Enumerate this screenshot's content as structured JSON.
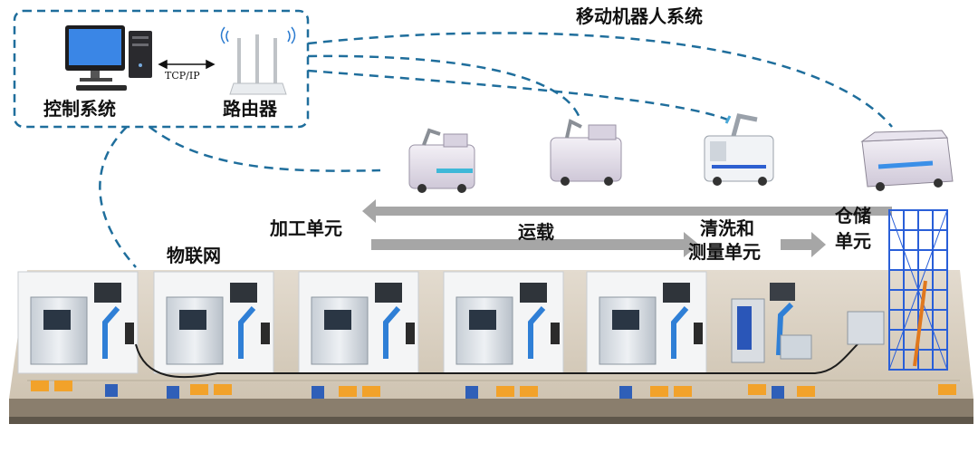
{
  "labels": {
    "mobile_robot_system": "移动机器人系统",
    "control_system": "控制系统",
    "router": "路由器",
    "tcp_ip": "TCP/IP",
    "machining_unit": "加工单元",
    "transport": "运载",
    "cleaning_measuring_line1": "清洗和",
    "cleaning_measuring_line2": "测量单元",
    "warehouse_line1": "仓储",
    "warehouse_line2": "单元",
    "iot": "物联网"
  },
  "colors": {
    "dashed_link": "#1f6e9c",
    "arrow": "#a6a6a6",
    "floor": "#d9cfc0",
    "machine_body": "#e4e9ee",
    "robot_arm": "#2f7fd6",
    "rack": "#2a5fd8",
    "accent_orange": "#f2a22a"
  },
  "icons": {
    "computer": "desktop-computer-icon",
    "router": "wifi-router-icon",
    "agv": "mobile-robot-icon",
    "rack": "storage-rack-icon"
  }
}
